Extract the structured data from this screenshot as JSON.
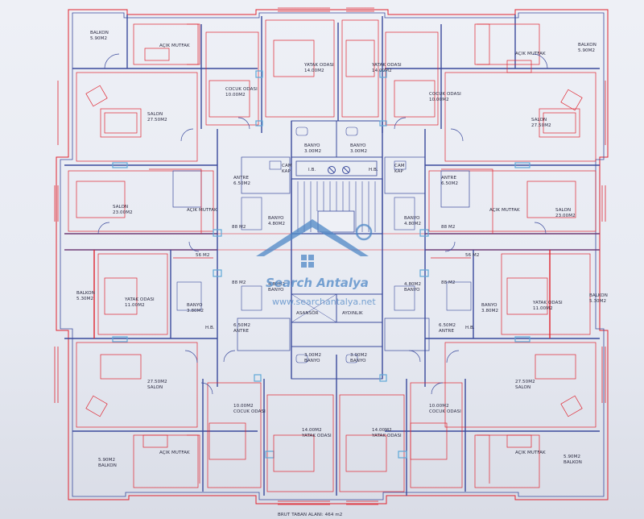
{
  "plan": {
    "rooms": {
      "balkon_tl": [
        "BALKON",
        "5.90M2"
      ],
      "mutfak_tl": [
        "AÇIK MUTFAK"
      ],
      "salon_tl": [
        "SALON",
        "27.50M2"
      ],
      "cocuk_tl": [
        "COCUK ODASI",
        "10.00M2"
      ],
      "yatak_tl": [
        "YATAK ODASI",
        "14.00M2"
      ],
      "yatak_tr": [
        "YATAK ODASI",
        "14.00M2"
      ],
      "cocuk_tr": [
        "COCUK ODASI",
        "10.00M2"
      ],
      "mutfak_tr": [
        "AÇIK MUTFAK"
      ],
      "balkon_tr": [
        "BALKON",
        "5.90M2"
      ],
      "salon_tr": [
        "SALON",
        "27.50M2"
      ],
      "banyo_top_l": [
        "BANYO",
        "3.00M2"
      ],
      "banyo_top_r": [
        "BANYO",
        "3.00M2"
      ],
      "antre_ul": [
        "ANTRE",
        "6.50M2"
      ],
      "antre_ur": [
        "ANTRE",
        "6.50M2"
      ],
      "salon_ml": [
        "SALON",
        "23.00M2"
      ],
      "mutfak_ml": [
        "AÇIK MUTFAK"
      ],
      "salon_mr": [
        "SALON",
        "23.00M2"
      ],
      "mutfak_mr": [
        "AÇIK MUTFAK"
      ],
      "banyo_cl": [
        "BANYO",
        "4.80M2"
      ],
      "banyo_cr": [
        "BANYO",
        "4.80M2"
      ],
      "area_88_ul": [
        "88 M2"
      ],
      "area_88_ur": [
        "88 M2"
      ],
      "area_56_l": [
        "56 M2"
      ],
      "area_56_r": [
        "56 M2"
      ],
      "area_88_ll": [
        "88 M2"
      ],
      "area_88_lr": [
        "88 M2"
      ],
      "balkon_ml": [
        "BALKON",
        "5.30M2"
      ],
      "yatak_ml": [
        "YATAK ODASI",
        "11.00M2"
      ],
      "banyo_ml": [
        "BANYO",
        "3.80M2"
      ],
      "balkon_mr": [
        "BALKON",
        "5.30M2"
      ],
      "yatak_mr": [
        "YATAK ODASI",
        "11.00M2"
      ],
      "banyo_mr": [
        "BANYO",
        "3.80M2"
      ],
      "banyo_lc_l": [
        "4.80M2",
        "BANYO"
      ],
      "banyo_lc_r": [
        "4.80M2",
        "BANYO"
      ],
      "asansor": [
        "ASANSÖR"
      ],
      "aydinlik": [
        "AYDINLIK"
      ],
      "antre_ll": [
        "6.50M2",
        "ANTRE"
      ],
      "antre_lr": [
        "6.50M2",
        "ANTRE"
      ],
      "hb_l": [
        "H.B."
      ],
      "hb_r": [
        "H.B."
      ],
      "banyo_bot_l": [
        "3.00M2",
        "BANYO"
      ],
      "banyo_bot_r": [
        "3.00M2",
        "BANYO"
      ],
      "salon_bl": [
        "27.50M2",
        "SALON"
      ],
      "salon_br": [
        "27.50M2",
        "SALON"
      ],
      "cocuk_bl": [
        "10.00M2",
        "COCUK ODASI"
      ],
      "cocuk_br": [
        "10.00M2",
        "COCUK ODASI"
      ],
      "yatak_bl": [
        "14.00M2",
        "YATAK ODASI"
      ],
      "yatak_br": [
        "14.00M2",
        "YATAK ODASI"
      ],
      "balkon_bl": [
        "5.90M2",
        "BALKON"
      ],
      "balkon_br": [
        "5.90M2",
        "BALKON"
      ],
      "mutfak_bl": [
        "AÇIK MUTFAK"
      ],
      "mutfak_br": [
        "AÇIK MUTFAK"
      ],
      "ib": [
        "I.B."
      ],
      "hb_top": [
        "H.B."
      ],
      "cam_ul": [
        "CAM",
        "KAP"
      ],
      "cam_ur": [
        "CAM",
        "KAP"
      ]
    },
    "footer": "BRUT TABAN ALANI: 464 m2"
  },
  "watermark": {
    "name": "Search Antalya",
    "url": "www.searchantalya.net"
  },
  "colors": {
    "wall_red": "#e0242f",
    "wall_blue": "#3a4a9c",
    "light_blue": "#5fa8d8",
    "watermark": "#4f88c6"
  }
}
